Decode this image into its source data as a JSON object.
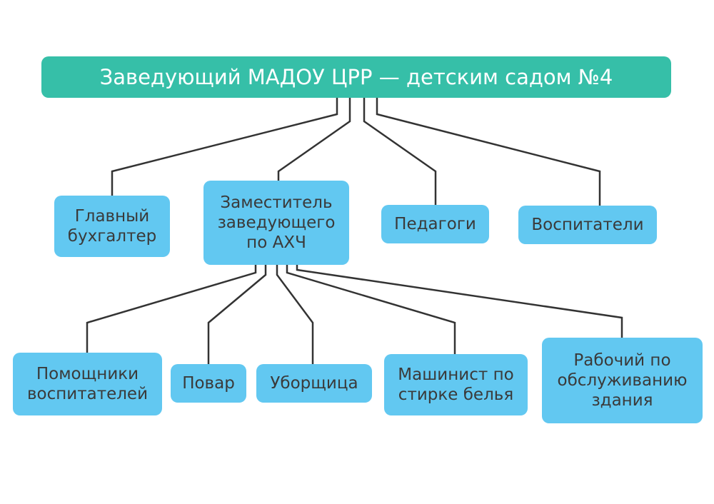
{
  "colors": {
    "root": "#36bfa8",
    "node": "#62c8f1",
    "line": "#333333"
  },
  "root": {
    "label": "Заведующий МАДОУ ЦРР — детским садом №4"
  },
  "level1": [
    {
      "label": "Главный\nбухгалтер"
    },
    {
      "label": "Заместитель\nзаведующего\nпо АХЧ"
    },
    {
      "label": "Педагоги"
    },
    {
      "label": "Воспитатели"
    }
  ],
  "level2": [
    {
      "label": "Помощники\nвоспитателей"
    },
    {
      "label": "Повар"
    },
    {
      "label": "Уборщица"
    },
    {
      "label": "Машинист по\nстирке белья"
    },
    {
      "label": "Рабочий по\nобслуживанию\nздания"
    }
  ]
}
